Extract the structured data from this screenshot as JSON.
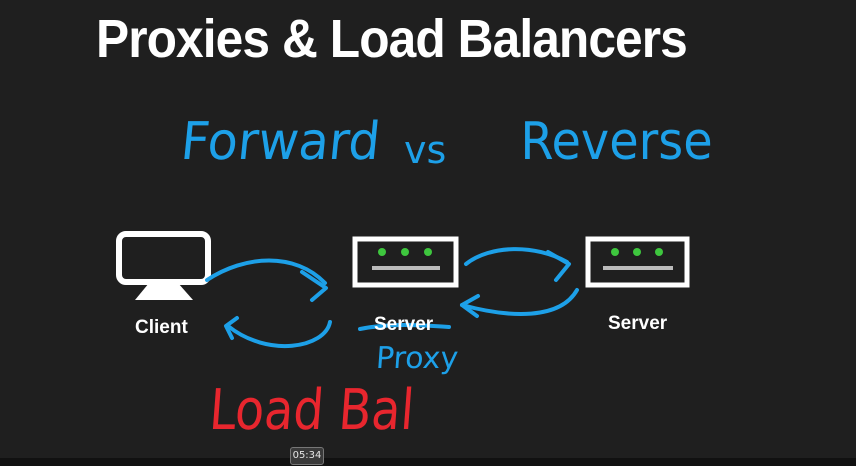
{
  "slide": {
    "title": "Proxies & Load Balancers",
    "nodes": {
      "client": "Client",
      "server_proxy": "Server",
      "server_right": "Server"
    },
    "annotations": {
      "forward": "Forward",
      "vs": "vs",
      "reverse": "Reverse",
      "proxy": "Proxy",
      "load_bal": "Load Bal"
    },
    "colors": {
      "annotation_blue": "#1da0e8",
      "annotation_red": "#e8262e",
      "led_green": "#3ec63e"
    }
  },
  "player": {
    "timestamp": "05:34"
  }
}
